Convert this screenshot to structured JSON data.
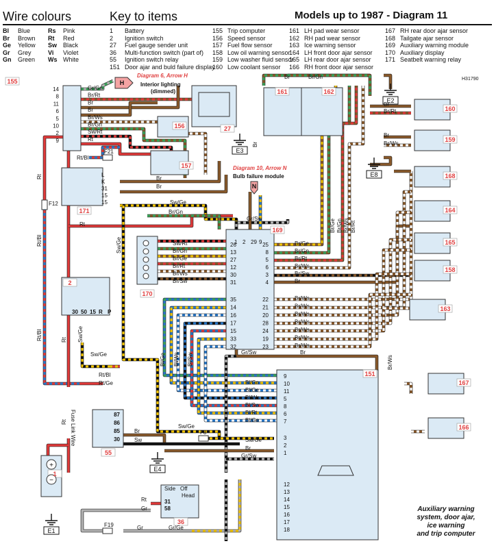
{
  "header": {
    "wire_colours_title": "Wire colours",
    "key_title": "Key to items",
    "models_title": "Models up to 1987 - Diagram 11",
    "ref_code": "H31790"
  },
  "wire_colours": [
    {
      "code": "Bl",
      "name": "Blue"
    },
    {
      "code": "Br",
      "name": "Brown"
    },
    {
      "code": "Ge",
      "name": "Yellow"
    },
    {
      "code": "Gr",
      "name": "Grey"
    },
    {
      "code": "Gn",
      "name": "Green"
    },
    {
      "code": "Rs",
      "name": "Pink"
    },
    {
      "code": "Rt",
      "name": "Red"
    },
    {
      "code": "Sw",
      "name": "Black"
    },
    {
      "code": "Vi",
      "name": "Violet"
    },
    {
      "code": "Ws",
      "name": "White"
    }
  ],
  "key_items": {
    "col1": [
      {
        "num": "1",
        "label": "Battery"
      },
      {
        "num": "2",
        "label": "Ignition switch"
      },
      {
        "num": "27",
        "label": "Fuel gauge sender unit"
      },
      {
        "num": "36",
        "label": "Multi-function switch (part of)"
      },
      {
        "num": "55",
        "label": "Ignition switch relay"
      },
      {
        "num": "151",
        "label": "Door ajar and buld failure display"
      }
    ],
    "col2": [
      {
        "num": "155",
        "label": "Trip computer"
      },
      {
        "num": "156",
        "label": "Speed sensor"
      },
      {
        "num": "157",
        "label": "Fuel flow sensor"
      },
      {
        "num": "158",
        "label": "Low oil warning sensor"
      },
      {
        "num": "159",
        "label": "Low washer fluid sensor"
      },
      {
        "num": "160",
        "label": "Low coolant sensor"
      }
    ],
    "col3": [
      {
        "num": "161",
        "label": "LH pad wear sensor"
      },
      {
        "num": "162",
        "label": "RH pad wear sensor"
      },
      {
        "num": "163",
        "label": "Ice warning sensor"
      },
      {
        "num": "164",
        "label": "LH front door ajar sensor"
      },
      {
        "num": "165",
        "label": "LH rear door ajar sensor"
      },
      {
        "num": "166",
        "label": "RH front door ajar sensor"
      }
    ],
    "col4": [
      {
        "num": "167",
        "label": "RH rear door ajar sensor"
      },
      {
        "num": "168",
        "label": "Tailgate ajar sensor"
      },
      {
        "num": "169",
        "label": "Auxiliary warning module"
      },
      {
        "num": "170",
        "label": "Auxiliary display"
      },
      {
        "num": "171",
        "label": "Seatbelt warning relay"
      }
    ]
  },
  "refs": {
    "diag6": "Diagram 6, Arrow H",
    "interior1": "Interior lighting",
    "interior2": "(dimmed)",
    "arrowH": "H",
    "diag10": "Diagram 10, Arrow N",
    "bulb": "Bulb failure module",
    "arrowN": "N"
  },
  "components": {
    "c155": "155",
    "c156": "156",
    "c157": "157",
    "c27": "27",
    "c161": "161",
    "c162": "162",
    "c160": "160",
    "c159": "159",
    "c168": "168",
    "c164": "164",
    "c165": "165",
    "c158": "158",
    "c163": "163",
    "c167": "167",
    "c166": "166",
    "c171": "171",
    "c169": "169",
    "c170": "170",
    "c2": "2",
    "c55": "55",
    "c151": "151",
    "c1": "1",
    "c36": "36"
  },
  "grounds": {
    "e1": "E1",
    "e2": "E2",
    "e3": "E3",
    "e4": "E4",
    "e8": "E8"
  },
  "fuses": {
    "f21": "F21",
    "f12": "F12",
    "f8": "F8",
    "f19": "F19",
    "fuse_link": "Fuse Link Wire"
  },
  "c155_pins": [
    {
      "pin": "14",
      "wire": "Gr/Gn"
    },
    {
      "pin": "8",
      "wire": "Br/Rt"
    },
    {
      "pin": "11",
      "wire": "Br"
    },
    {
      "pin": "6",
      "wire": "Br"
    },
    {
      "pin": "5",
      "wire": "Br/Ws"
    },
    {
      "pin": "10",
      "wire": "Br/Gn"
    },
    {
      "pin": "2",
      "wire": "Sw/Rt"
    },
    {
      "pin": "9",
      "wire": "Rt"
    }
  ],
  "c171_pins": [
    "L",
    "K",
    "31",
    "15",
    "15"
  ],
  "c169_top_pins": [
    "1",
    "2",
    "29",
    "9"
  ],
  "c169_left": [
    {
      "pin": "26",
      "wire": "Sw/Rt"
    },
    {
      "pin": "13",
      "wire": "Br/Gn"
    },
    {
      "pin": "27",
      "wire": "Br/Ge"
    },
    {
      "pin": "12",
      "wire": "Br/Rt"
    },
    {
      "pin": "30",
      "wire": "Br/Ws"
    },
    {
      "pin": "31",
      "wire": "Br/Sw"
    }
  ],
  "c169_right": [
    {
      "pin": "25",
      "wire": "Br/Ge"
    },
    {
      "pin": "8",
      "wire": "Br/Gn"
    },
    {
      "pin": "5",
      "wire": "Br/Rt"
    },
    {
      "pin": "6",
      "wire": "Br/Ws"
    },
    {
      "pin": "3",
      "wire": "Br/Sw"
    },
    {
      "pin": "4",
      "wire": "Br"
    }
  ],
  "c169_lower_left": [
    "35",
    "14",
    "16",
    "17",
    "15",
    "33",
    "32"
  ],
  "c169_lower_right": [
    {
      "pin": "22",
      "wire": "Br/Ws"
    },
    {
      "pin": "21",
      "wire": "Br/Ws"
    },
    {
      "pin": "20",
      "wire": "Br/Ws"
    },
    {
      "pin": "28",
      "wire": "Br/Ws"
    },
    {
      "pin": "24",
      "wire": "Br/Ws"
    },
    {
      "pin": "19",
      "wire": "Br/Ws"
    },
    {
      "pin": "23",
      "wire": "Br/Ws"
    }
  ],
  "c151_left": [
    {
      "pin": "9",
      "wire": ""
    },
    {
      "pin": "10",
      "wire": "Bl/Gn"
    },
    {
      "pin": "11",
      "wire": "Bl/Ge"
    },
    {
      "pin": "5",
      "wire": "Bl/Ws"
    },
    {
      "pin": "8",
      "wire": "Bl/Sw"
    },
    {
      "pin": "6",
      "wire": "Bl/Rt"
    },
    {
      "pin": "7",
      "wire": "Bl/Ge"
    }
  ],
  "c151_mid": [
    "3",
    "2",
    "1"
  ],
  "c151_bottom": [
    "12",
    "13",
    "14",
    "15",
    "16",
    "17",
    "18"
  ],
  "c2_pins": [
    "30",
    "50",
    "15",
    "R",
    "P"
  ],
  "c55_pins": [
    "87",
    "86",
    "85",
    "30"
  ],
  "c36_pins": [
    "31",
    "58"
  ],
  "c36_labels": {
    "side": "Side",
    "off": "Off",
    "head": "Head"
  },
  "wire_labels": {
    "br_rt": "Br/Rt",
    "br_gn": "Br/Gn",
    "rt_bl": "Rt/Bl",
    "rt": "Rt",
    "sw_ge": "Sw/Ge",
    "gr_sw": "Gr/Sw",
    "sw": "Sw",
    "br": "Br",
    "gr": "Gr",
    "gr_ge": "Gr/Ge",
    "br_ws": "Br/Ws",
    "bl_ge": "Bl/Ge",
    "bl_ws": "Bl/Ws",
    "bl_sw": "Bl/Sw",
    "bl_rt": "Bl/Rt",
    "bl_gn": "Bl/Gn",
    "rt_ge": "Rt/Ge",
    "br_ge": "Br/Ge",
    "gr_gn": "Gr/Gn",
    "br_sw": "Br/Sw"
  },
  "caption": [
    "Auxiliary warning",
    "system, door ajar,",
    "ice warning",
    "and trip computer"
  ],
  "colors": {
    "brown": "#8a5a2b",
    "red": "#e23a3a",
    "black": "#111111",
    "yellow": "#f2c400",
    "blue": "#2a78c8",
    "green": "#3aa35a",
    "grey": "#b4b4b4",
    "white": "#ffffff",
    "component_fill": "#dbeaf5",
    "component_number": "#e04040"
  }
}
